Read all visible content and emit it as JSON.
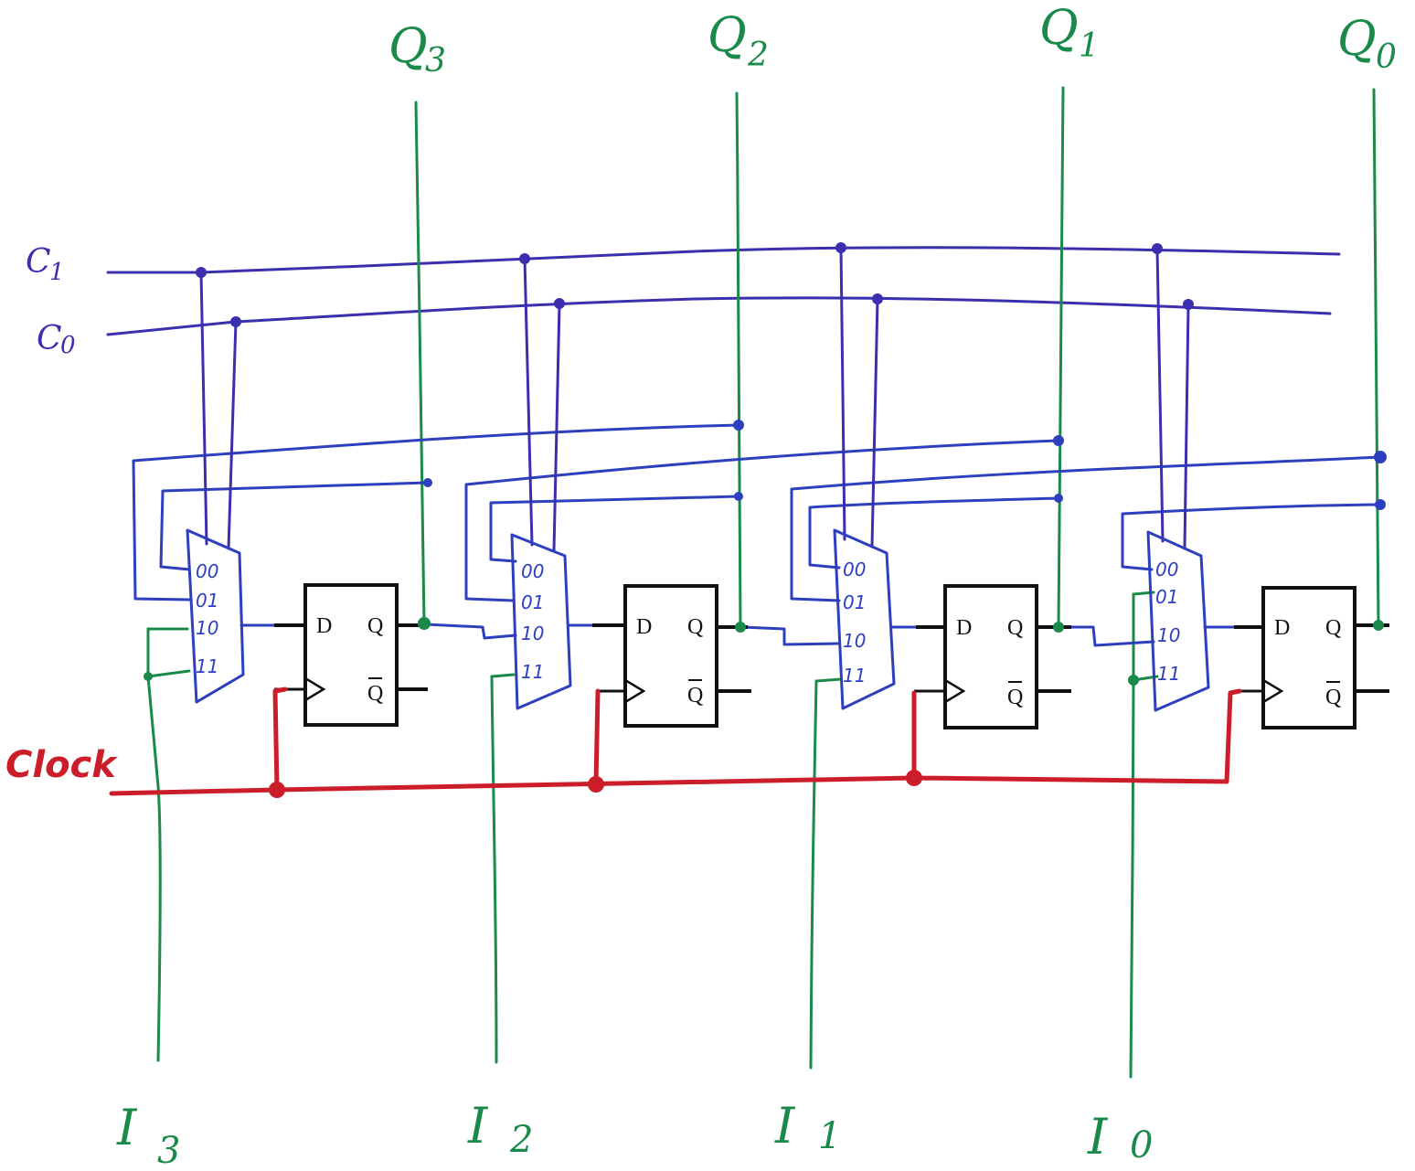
{
  "colors": {
    "control": "#3b2fb0",
    "output": "#1a8a4a",
    "clock": "#cc1e2a",
    "box": "#111111"
  },
  "control_labels": {
    "c1": "C",
    "c1_sub": "1",
    "c0": "C",
    "c0_sub": "0"
  },
  "clock_label": "Clock",
  "outputs": [
    {
      "letter": "Q",
      "sub": "3"
    },
    {
      "letter": "Q",
      "sub": "2"
    },
    {
      "letter": "Q",
      "sub": "1"
    },
    {
      "letter": "Q",
      "sub": "0"
    }
  ],
  "inputs": [
    {
      "letter": "I",
      "sub": "3"
    },
    {
      "letter": "I",
      "sub": "2"
    },
    {
      "letter": "I",
      "sub": "1"
    },
    {
      "letter": "I",
      "sub": "0"
    }
  ],
  "mux_selects": [
    "00",
    "01",
    "10",
    "11"
  ],
  "flipflop": {
    "d": "D",
    "q": "Q",
    "qbar": "Q"
  }
}
